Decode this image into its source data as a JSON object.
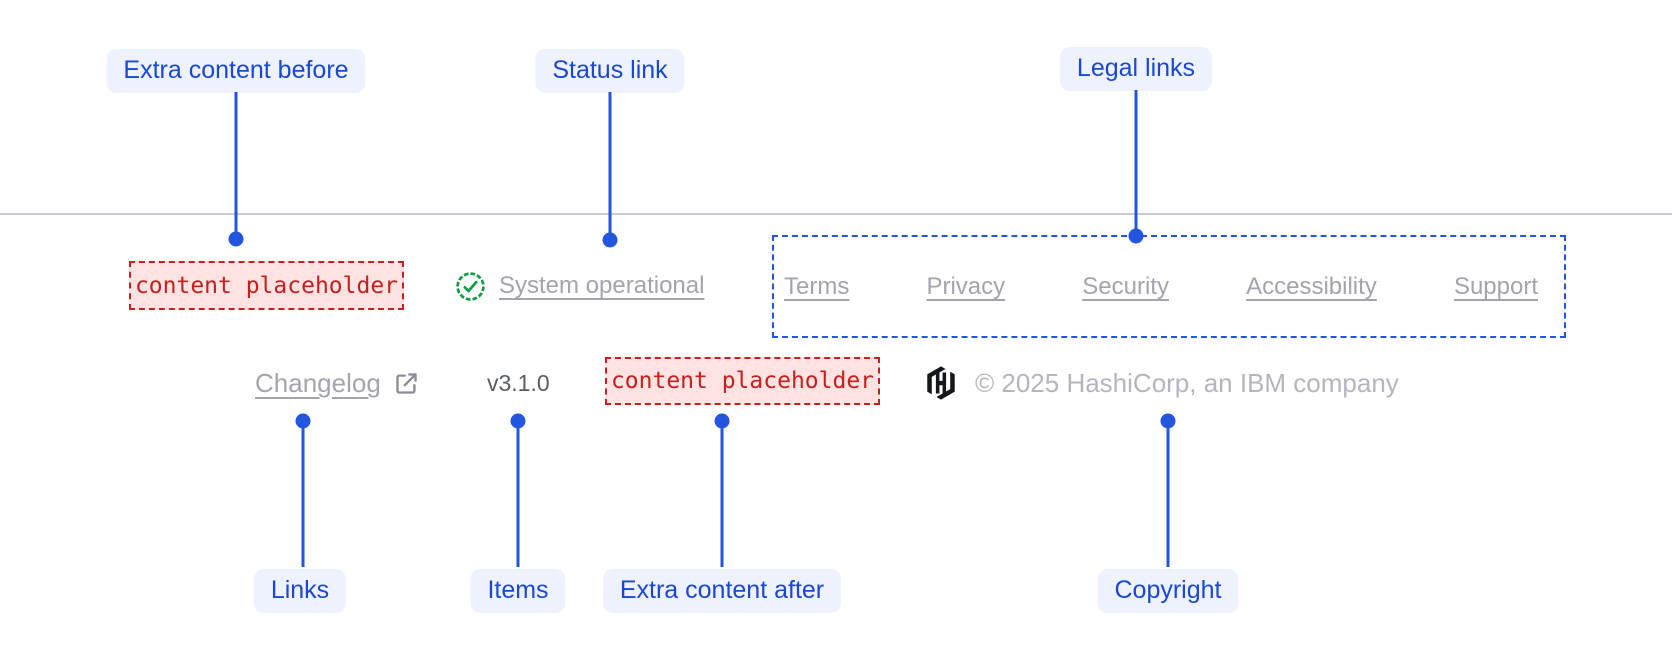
{
  "callouts": {
    "extra_content_before": "Extra content before",
    "status_link": "Status link",
    "legal_links": "Legal links",
    "links": "Links",
    "items": "Items",
    "extra_content_after": "Extra content after",
    "copyright": "Copyright"
  },
  "footer": {
    "extra_content_before": "content placeholder",
    "status": {
      "label": "System operational",
      "icon": "check-circle-icon"
    },
    "legal_links": [
      "Terms",
      "Privacy",
      "Security",
      "Accessibility",
      "Support"
    ],
    "links": [
      {
        "label": "Changelog",
        "external": true,
        "icon": "external-link-icon"
      }
    ],
    "version": "v3.1.0",
    "extra_content_after": "content placeholder",
    "copyright": "© 2025 HashiCorp, an IBM company",
    "brand": "HashiCorp"
  },
  "colors": {
    "accent_blue": "#2355DE",
    "callout_text": "#1A47D3",
    "callout_bg": "#EDF2FE",
    "placeholder_red": "#C5201D",
    "placeholder_bg": "#FFE2E2",
    "status_green": "#0B9B42",
    "link_gray": "#A5A3AE",
    "copyright_gray": "#B6B4BF",
    "version_gray": "#585D66",
    "divider": "#CACBD1",
    "logo_black": "#15171C"
  }
}
